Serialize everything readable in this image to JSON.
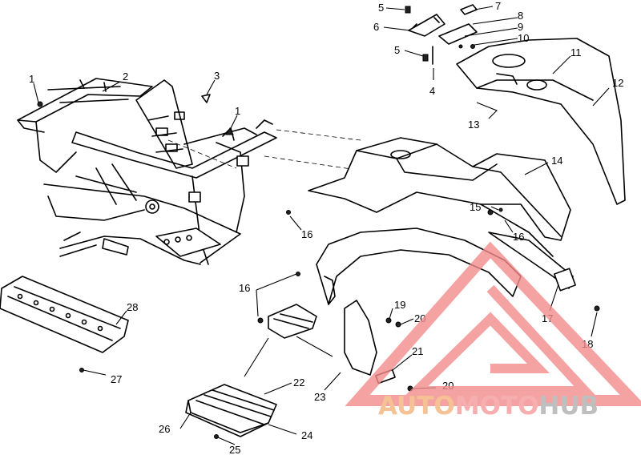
{
  "diagram": {
    "callouts": [
      {
        "id": "c1a",
        "label": "1"
      },
      {
        "id": "c2",
        "label": "2"
      },
      {
        "id": "c3",
        "label": "3"
      },
      {
        "id": "c1b",
        "label": "1"
      },
      {
        "id": "c4",
        "label": "4"
      },
      {
        "id": "c5a",
        "label": "5"
      },
      {
        "id": "c5b",
        "label": "5"
      },
      {
        "id": "c6",
        "label": "6"
      },
      {
        "id": "c7",
        "label": "7"
      },
      {
        "id": "c8",
        "label": "8"
      },
      {
        "id": "c9",
        "label": "9"
      },
      {
        "id": "c10",
        "label": "10"
      },
      {
        "id": "c11",
        "label": "11"
      },
      {
        "id": "c12",
        "label": "12"
      },
      {
        "id": "c13",
        "label": "13"
      },
      {
        "id": "c14",
        "label": "14"
      },
      {
        "id": "c15",
        "label": "15"
      },
      {
        "id": "c16a",
        "label": "16"
      },
      {
        "id": "c16b",
        "label": "16"
      },
      {
        "id": "c16c",
        "label": "16"
      },
      {
        "id": "c17",
        "label": "17"
      },
      {
        "id": "c18",
        "label": "18"
      },
      {
        "id": "c19",
        "label": "19"
      },
      {
        "id": "c20a",
        "label": "20"
      },
      {
        "id": "c20b",
        "label": "20"
      },
      {
        "id": "c21",
        "label": "21"
      },
      {
        "id": "c22",
        "label": "22"
      },
      {
        "id": "c23",
        "label": "23"
      },
      {
        "id": "c24",
        "label": "24"
      },
      {
        "id": "c25",
        "label": "25"
      },
      {
        "id": "c26",
        "label": "26"
      },
      {
        "id": "c27",
        "label": "27"
      },
      {
        "id": "c28",
        "label": "28"
      }
    ]
  },
  "watermark": {
    "part1": "AUTO",
    "part2": "MOTO",
    "part3": "HUB",
    "color_auto": "#f2b47a",
    "color_moto": "#f59a9a",
    "color_hub": "#b0b0b0",
    "triangle_color": "#f28b8b"
  }
}
